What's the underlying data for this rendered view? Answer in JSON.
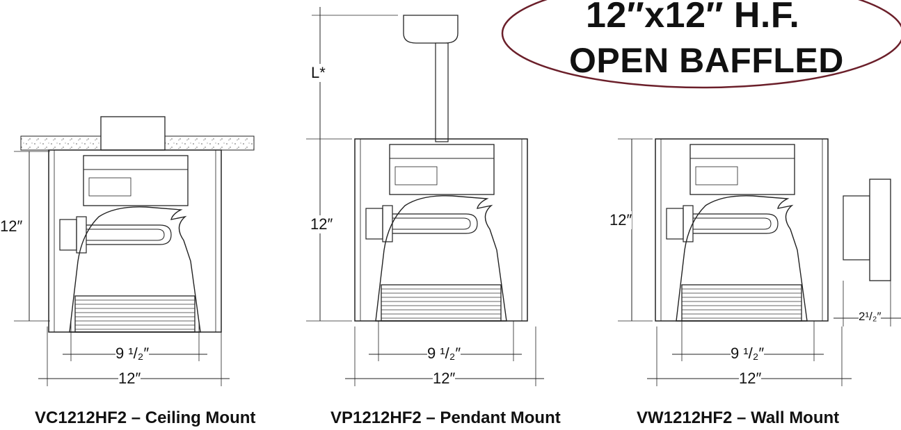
{
  "badge": {
    "line1": "12″x12″ H.F.",
    "line2": "OPEN BAFFLED"
  },
  "views": [
    {
      "caption": "VC1212HF2 – Ceiling Mount",
      "height_label": "12″",
      "inner_width_label": "9 ¹/₂″",
      "outer_width_label": "12″"
    },
    {
      "caption": "VP1212HF2 – Pendant Mount",
      "height_label": "12″",
      "stem_label": "L*",
      "inner_width_label": "9 ¹/₂″",
      "outer_width_label": "12″"
    },
    {
      "caption": "VW1212HF2 – Wall Mount",
      "height_label": "12″",
      "depth_label": "2¹/₂″",
      "inner_width_label": "9 ¹/₂″",
      "outer_width_label": "12″"
    }
  ],
  "colors": {
    "badge_outline": "#6b1f2a",
    "line": "#222222"
  }
}
